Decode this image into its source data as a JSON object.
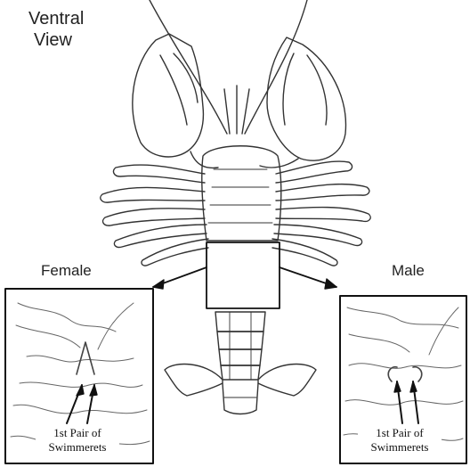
{
  "title": {
    "line1": "Ventral",
    "line2": "View"
  },
  "panels": {
    "female": {
      "label": "Female",
      "callout_line1": "1st Pair of",
      "callout_line2": "Swimmerets"
    },
    "male": {
      "label": "Male",
      "callout_line1": "1st Pair of",
      "callout_line2": "Swimmerets"
    }
  }
}
